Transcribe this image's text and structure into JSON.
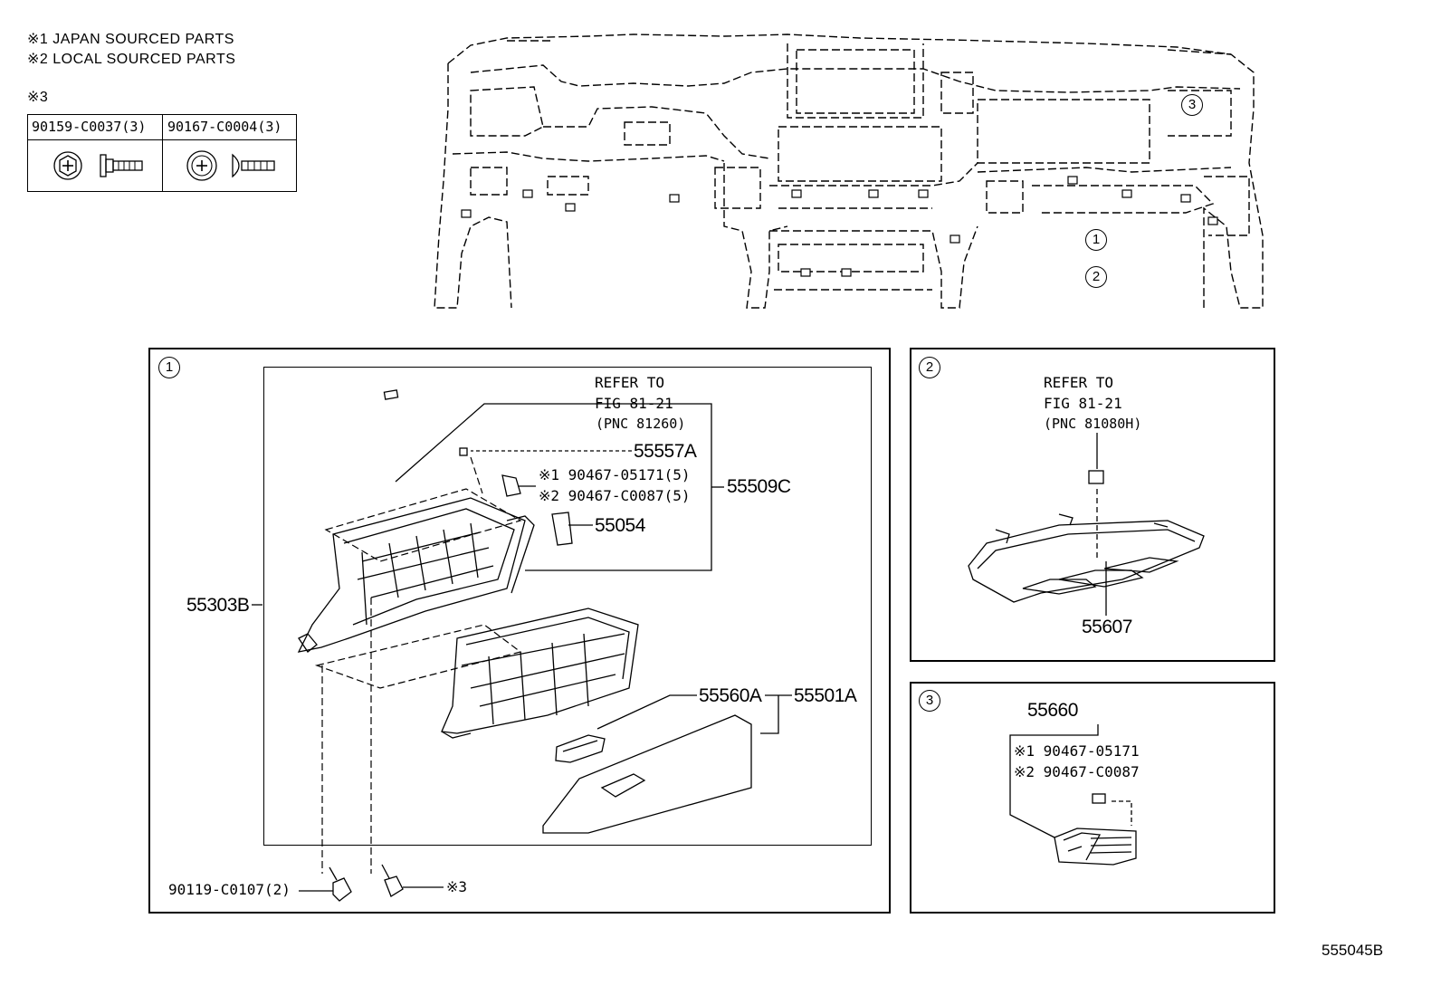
{
  "notes": {
    "note1": "※1 JAPAN SOURCED PARTS",
    "note2": "※2 LOCAL SOURCED PARTS",
    "note3": "※3"
  },
  "fastener_table": {
    "col1_header": "90159-C0037(3)",
    "col2_header": "90167-C0004(3)",
    "col1_icons": [
      "flange-bolt-head-icon",
      "flange-bolt-side-icon"
    ],
    "col2_icons": [
      "screw-head-icon",
      "screw-side-icon"
    ]
  },
  "overview": {
    "callouts": [
      "3",
      "1",
      "2"
    ],
    "icon": "dashboard-assembly-icon"
  },
  "panel1": {
    "number": "1",
    "refer_line1": "REFER TO",
    "refer_line2": "FIG 81-21",
    "refer_line3": "(PNC 81260)",
    "part_55557A": "55557A",
    "part_55509C": "55509C",
    "screw_note1": "※1 90467-05171(5)",
    "screw_note2": "※2 90467-C0087(5)",
    "part_55054": "55054",
    "part_55303B": "55303B",
    "part_55560A": "55560A",
    "part_55501A": "55501A",
    "bolt_label": "90119-C0107(2)",
    "bolt_note": "※3"
  },
  "panel2": {
    "number": "2",
    "refer_line1": "REFER TO",
    "refer_line2": "FIG 81-21",
    "refer_line3": "(PNC 81080H)",
    "part": "55607"
  },
  "panel3": {
    "number": "3",
    "part": "55660",
    "screw_note1": "※1 90467-05171",
    "screw_note2": "※2 90467-C0087"
  },
  "figure_code": "555045B"
}
